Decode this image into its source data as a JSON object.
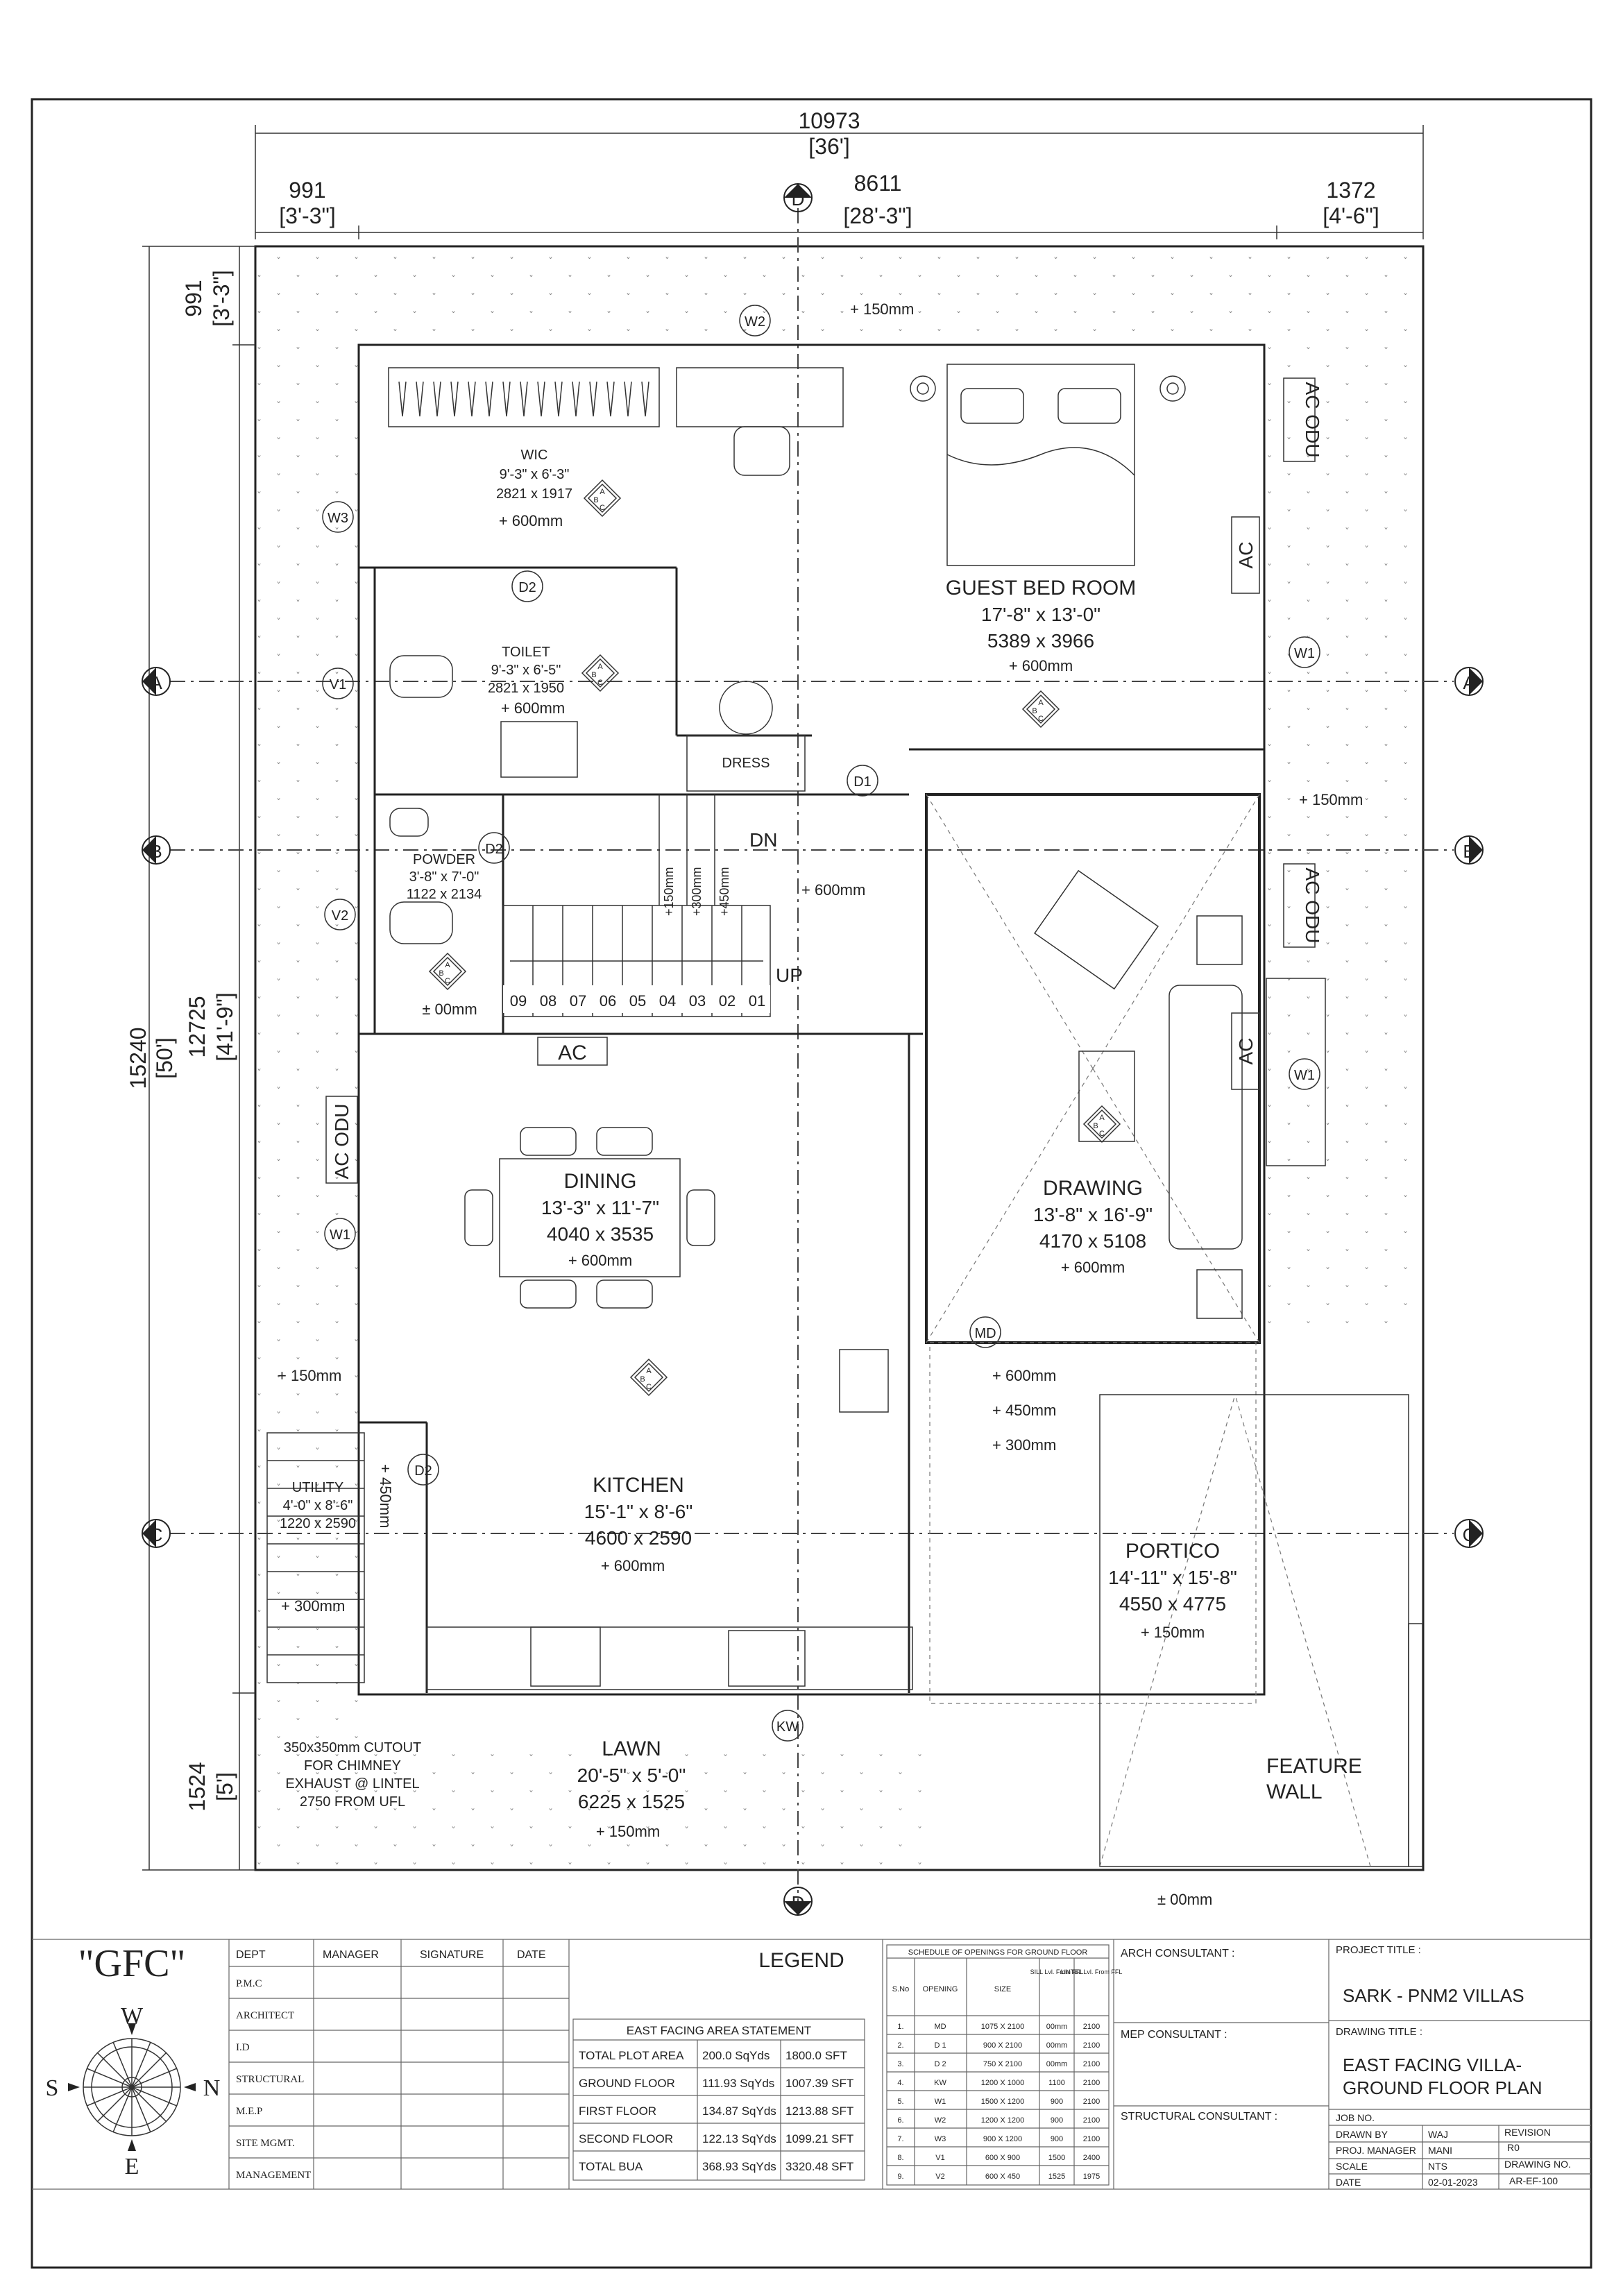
{
  "dims": {
    "overall_mm": "10973",
    "overall_ft": "[36']",
    "left_mm": "991",
    "left_ft": "[3'-3\"]",
    "mid_mm": "8611",
    "mid_ft": "[28'-3\"]",
    "right_mm": "1372",
    "right_ft": "[4'-6\"]",
    "top_v_mm": "991",
    "top_v_ft": "[3'-3\"]",
    "total_v_mm": "15240",
    "total_v_ft": "[50']",
    "mid_v_mm": "12725",
    "mid_v_ft": "[41'-9\"]",
    "bot_v_mm": "1524",
    "bot_v_ft": "[5']"
  },
  "grid_labels": {
    "a": "A",
    "b": "B",
    "c": "C",
    "d": "D"
  },
  "rooms": {
    "wic": {
      "name": "WIC",
      "size_ft": "9'-3\" x 6'-3\"",
      "size_mm": "2821 x 1917",
      "level": "+ 600mm"
    },
    "toilet": {
      "name": "TOILET",
      "size_ft": "9'-3\" x 6'-5\"",
      "size_mm": "2821 x 1950",
      "level": "+ 600mm"
    },
    "powder": {
      "name": "POWDER",
      "size_ft": "3'-8\" x 7'-0\"",
      "size_mm": "1122 x 2134",
      "level": "± 00mm"
    },
    "guest": {
      "name": "GUEST BED ROOM",
      "size_ft": "17'-8\" x 13'-0\"",
      "size_mm": "5389 x 3966",
      "level": "+ 600mm"
    },
    "dining": {
      "name": "DINING",
      "size_ft": "13'-3\" x 11'-7\"",
      "size_mm": "4040 x 3535",
      "level": "+ 600mm"
    },
    "drawing": {
      "name": "DRAWING",
      "size_ft": "13'-8\" x 16'-9\"",
      "size_mm": "4170 x 5108",
      "level": "+ 600mm"
    },
    "kitchen": {
      "name": "KITCHEN",
      "size_ft": "15'-1\" x 8'-6\"",
      "size_mm": "4600 x 2590",
      "level": "+ 600mm"
    },
    "utility": {
      "name": "UTILITY",
      "size_ft": "4'-0\" x 8'-6\"",
      "size_mm": "1220 x 2590"
    },
    "portico": {
      "name": "PORTICO",
      "size_ft": "14'-11\" x 15'-8\"",
      "size_mm": "4550 x 4775",
      "level": "+ 150mm"
    },
    "lawn": {
      "name": "LAWN",
      "size_ft": "20'-5\" x 5'-0\"",
      "size_mm": "6225 x 1525",
      "level": "+ 150mm"
    }
  },
  "labels": {
    "dress": "DRESS",
    "ac": "AC",
    "ac_odu": "AC ODU",
    "dn": "DN",
    "up": "UP",
    "feature_wall_1": "FEATURE",
    "feature_wall_2": "WALL",
    "chimney": [
      "350x350mm CUTOUT",
      "FOR CHIMNEY",
      "EXHAUST @ LINTEL",
      "2750 FROM UFL"
    ],
    "abc_a": "A",
    "abc_b": "B",
    "abc_c": "C"
  },
  "levels": {
    "l150": "+ 150mm",
    "l300": "+ 300mm",
    "l450": "+ 450mm",
    "l600": "+ 600mm",
    "l00": "± 00mm",
    "v150": "+150mm",
    "v300": "+300mm",
    "v450": "+450mm",
    "v450b": "+ 450mm"
  },
  "openings": {
    "d1": "D1",
    "d2": "D2",
    "md": "MD",
    "kw": "KW",
    "w1": "W1",
    "w2": "W2",
    "w3": "W3",
    "v1": "V1",
    "v2": "V2"
  },
  "steps": [
    "09",
    "08",
    "07",
    "06",
    "05",
    "04",
    "03",
    "02",
    "01"
  ],
  "titleblock": {
    "gfc": "\"GFC\"",
    "compass": {
      "n": "N",
      "s": "S",
      "e": "E",
      "w": "W"
    },
    "dept_headers": [
      "DEPT",
      "MANAGER",
      "SIGNATURE",
      "DATE"
    ],
    "depts": [
      "P.M.C",
      "ARCHITECT",
      "I.D",
      "STRUCTURAL",
      "M.E.P",
      "SITE MGMT.",
      "MANAGEMENT"
    ],
    "legend_title": "LEGEND",
    "area_title": "EAST FACING AREA STATEMENT",
    "area_rows": [
      [
        "TOTAL PLOT AREA",
        "200.0 SqYds",
        "1800.0 SFT"
      ],
      [
        "GROUND FLOOR",
        "111.93 SqYds",
        "1007.39 SFT"
      ],
      [
        "FIRST FLOOR",
        "134.87 SqYds",
        "1213.88 SFT"
      ],
      [
        "SECOND FLOOR",
        "122.13 SqYds",
        "1099.21 SFT"
      ],
      [
        "TOTAL BUA",
        "368.93 SqYds",
        "3320.48 SFT"
      ]
    ],
    "schedule_title": "SCHEDULE  OF OPENINGS FOR GROUND FLOOR",
    "schedule_headers": [
      "S.No",
      "OPENING",
      "SIZE",
      "SILL Lvl. From FFL",
      "LINTEL Lvl. From FFL"
    ],
    "schedule_rows": [
      [
        "1.",
        "MD",
        "1075 X 2100",
        "00mm",
        "2100"
      ],
      [
        "2.",
        "D 1",
        "900 X 2100",
        "00mm",
        "2100"
      ],
      [
        "3.",
        "D 2",
        "750 X 2100",
        "00mm",
        "2100"
      ],
      [
        "4.",
        "KW",
        "1200 X 1000",
        "1100",
        "2100"
      ],
      [
        "5.",
        "W1",
        "1500 X 1200",
        "900",
        "2100"
      ],
      [
        "6.",
        "W2",
        "1200 X 1200",
        "900",
        "2100"
      ],
      [
        "7.",
        "W3",
        "900 X 1200",
        "900",
        "2100"
      ],
      [
        "8.",
        "V1",
        "600 X 900",
        "1500",
        "2400"
      ],
      [
        "9.",
        "V2",
        "600 X 450",
        "1525",
        "1975"
      ]
    ],
    "arch_consultant": "ARCH CONSULTANT :",
    "mep_consultant": "MEP CONSULTANT :",
    "struct_consultant": "STRUCTURAL CONSULTANT :",
    "project_title_label": "PROJECT TITLE :",
    "project_title": "SARK - PNM2 VILLAS",
    "drawing_title_label": "DRAWING TITLE :",
    "drawing_title_1": "EAST FACING VILLA-",
    "drawing_title_2": "GROUND FLOOR PLAN",
    "job_no": "JOB NO.",
    "drawn_by_label": "DRAWN BY",
    "drawn_by": "WAJ",
    "pm_label": "PROJ. MANAGER",
    "pm": "MANI",
    "scale_label": "SCALE",
    "scale": "NTS",
    "date_label": "DATE",
    "date": "02-01-2023",
    "revision_label": "REVISION",
    "revision": "R0",
    "drawing_no_label": "DRAWING NO.",
    "drawing_no": "AR-EF-100"
  }
}
